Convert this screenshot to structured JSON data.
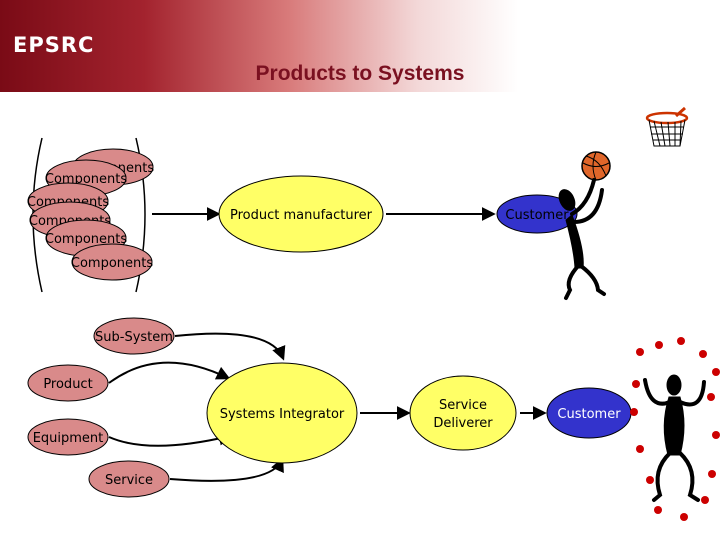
{
  "header": {
    "logo": "EPSRC",
    "title": "Products to Systems"
  },
  "top_flow": {
    "stack_labels": [
      "Components",
      "Components",
      "Components",
      "Components",
      "Components",
      "Components"
    ],
    "manufacturer": "Product manufacturer",
    "customer": "Customer"
  },
  "bottom_flow": {
    "inputs": [
      "Sub-System",
      "Product",
      "Equipment",
      "Service"
    ],
    "integrator": "Systems Integrator",
    "deliverer_line1": "Service",
    "deliverer_line2": "Deliverer",
    "customer": "Customer"
  },
  "colors": {
    "component_fill": "#d98a8a",
    "yellow_node": "#ffff66",
    "customer_blue": "#3333cc",
    "header_red": "#8b1420",
    "ball_orange": "#e0662a",
    "juggle_red": "#cc0000"
  },
  "icons": [
    "basketball-hoop-icon",
    "basketball-icon",
    "basketball-player-icon",
    "juggler-icon"
  ]
}
